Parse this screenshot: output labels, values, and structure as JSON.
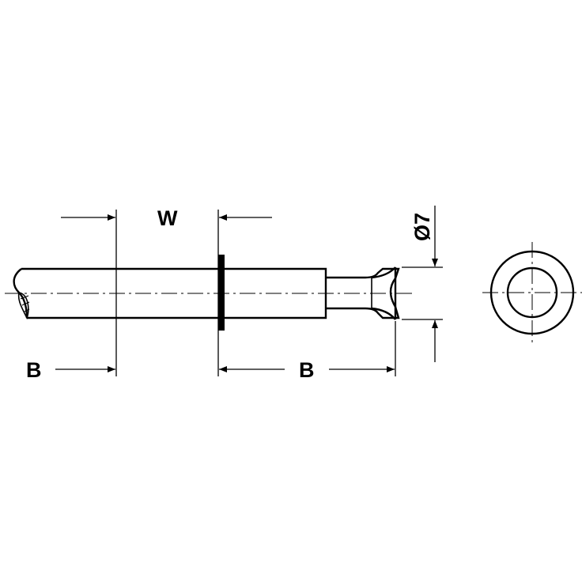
{
  "labels": {
    "width_label": "W",
    "left_length_label": "B",
    "right_length_label": "B",
    "diameter_label": "Ø7"
  },
  "colors": {
    "line": "#000000",
    "background": "#ffffff"
  }
}
